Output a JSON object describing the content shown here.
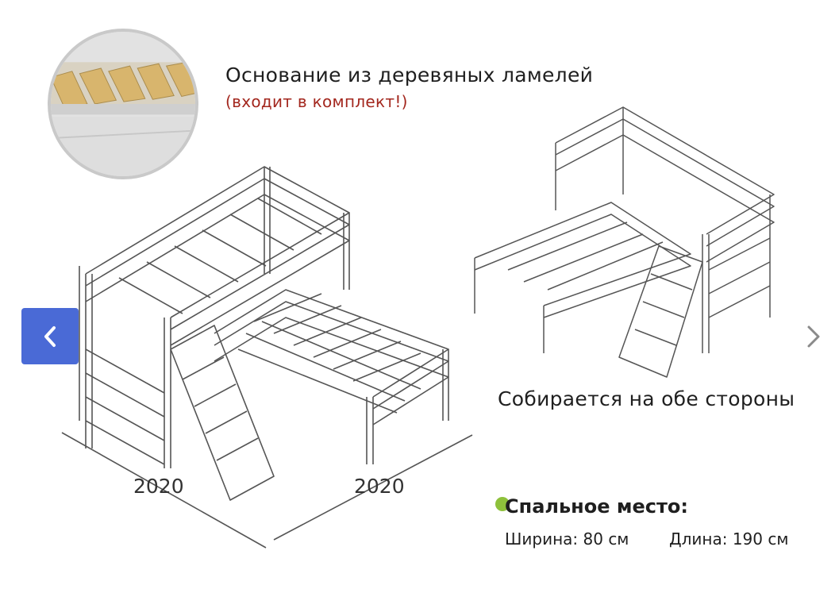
{
  "feature_slats": {
    "title": "Основание из деревяных ламелей",
    "note": "(входит в комплект!)"
  },
  "assembly": {
    "caption": "Собирается на обе стороны"
  },
  "dimensions": {
    "left": "2020",
    "right": "2020"
  },
  "sleeping_place": {
    "title": "Спальное место:",
    "width": "Ширина: 80 см",
    "length": "Длина: 190 см"
  },
  "navigation": {
    "prev_icon": "chevron-left-icon",
    "next_icon": "chevron-right-icon"
  },
  "colors": {
    "accent_blue": "#4a6ad6",
    "note_red": "#a3271e",
    "bullet_green": "#8ec13b"
  }
}
